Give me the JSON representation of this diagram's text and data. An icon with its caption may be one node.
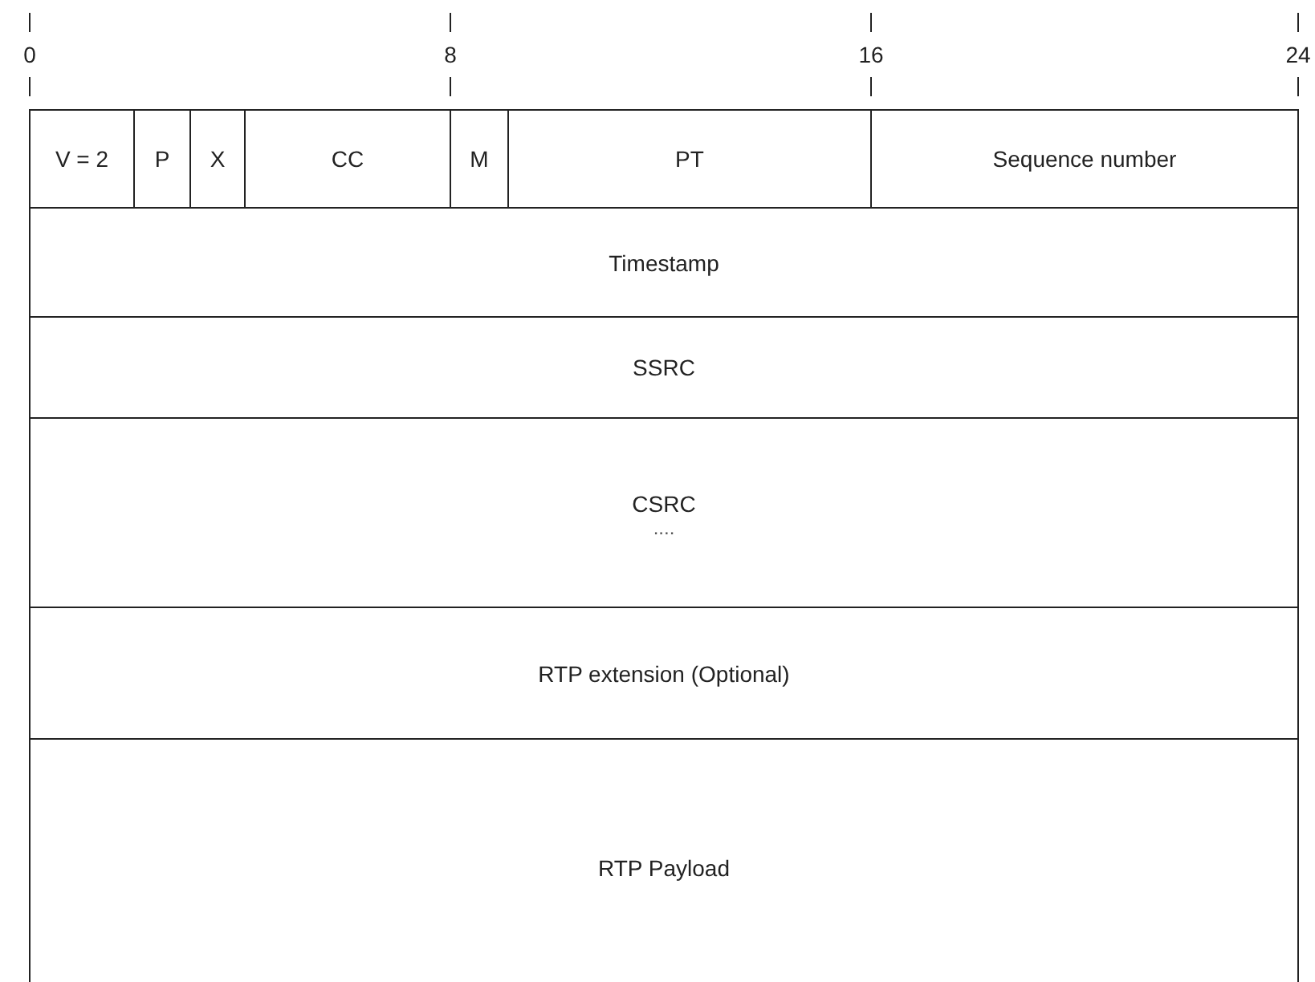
{
  "diagram": {
    "nodes": [
      {
        "text": [
          "V = 2"
        ]
      },
      {
        "text": [
          "P"
        ]
      },
      {
        "text": [
          "X"
        ]
      },
      {
        "text": [
          "CC"
        ]
      },
      {
        "text": [
          "M"
        ]
      },
      {
        "text": [
          "PT"
        ]
      },
      {
        "text": [
          "Sequence number"
        ]
      },
      {
        "text": [
          "Timestamp"
        ]
      },
      {
        "text": [
          "SSRC"
        ]
      },
      {
        "text": [
          "CSRC",
          "...."
        ]
      },
      {
        "text": [
          "RTP extension (Optional)"
        ]
      },
      {
        "text": [
          "RTP Payload"
        ]
      }
    ],
    "labels": [
      "0",
      "8",
      "16",
      "24"
    ]
  }
}
